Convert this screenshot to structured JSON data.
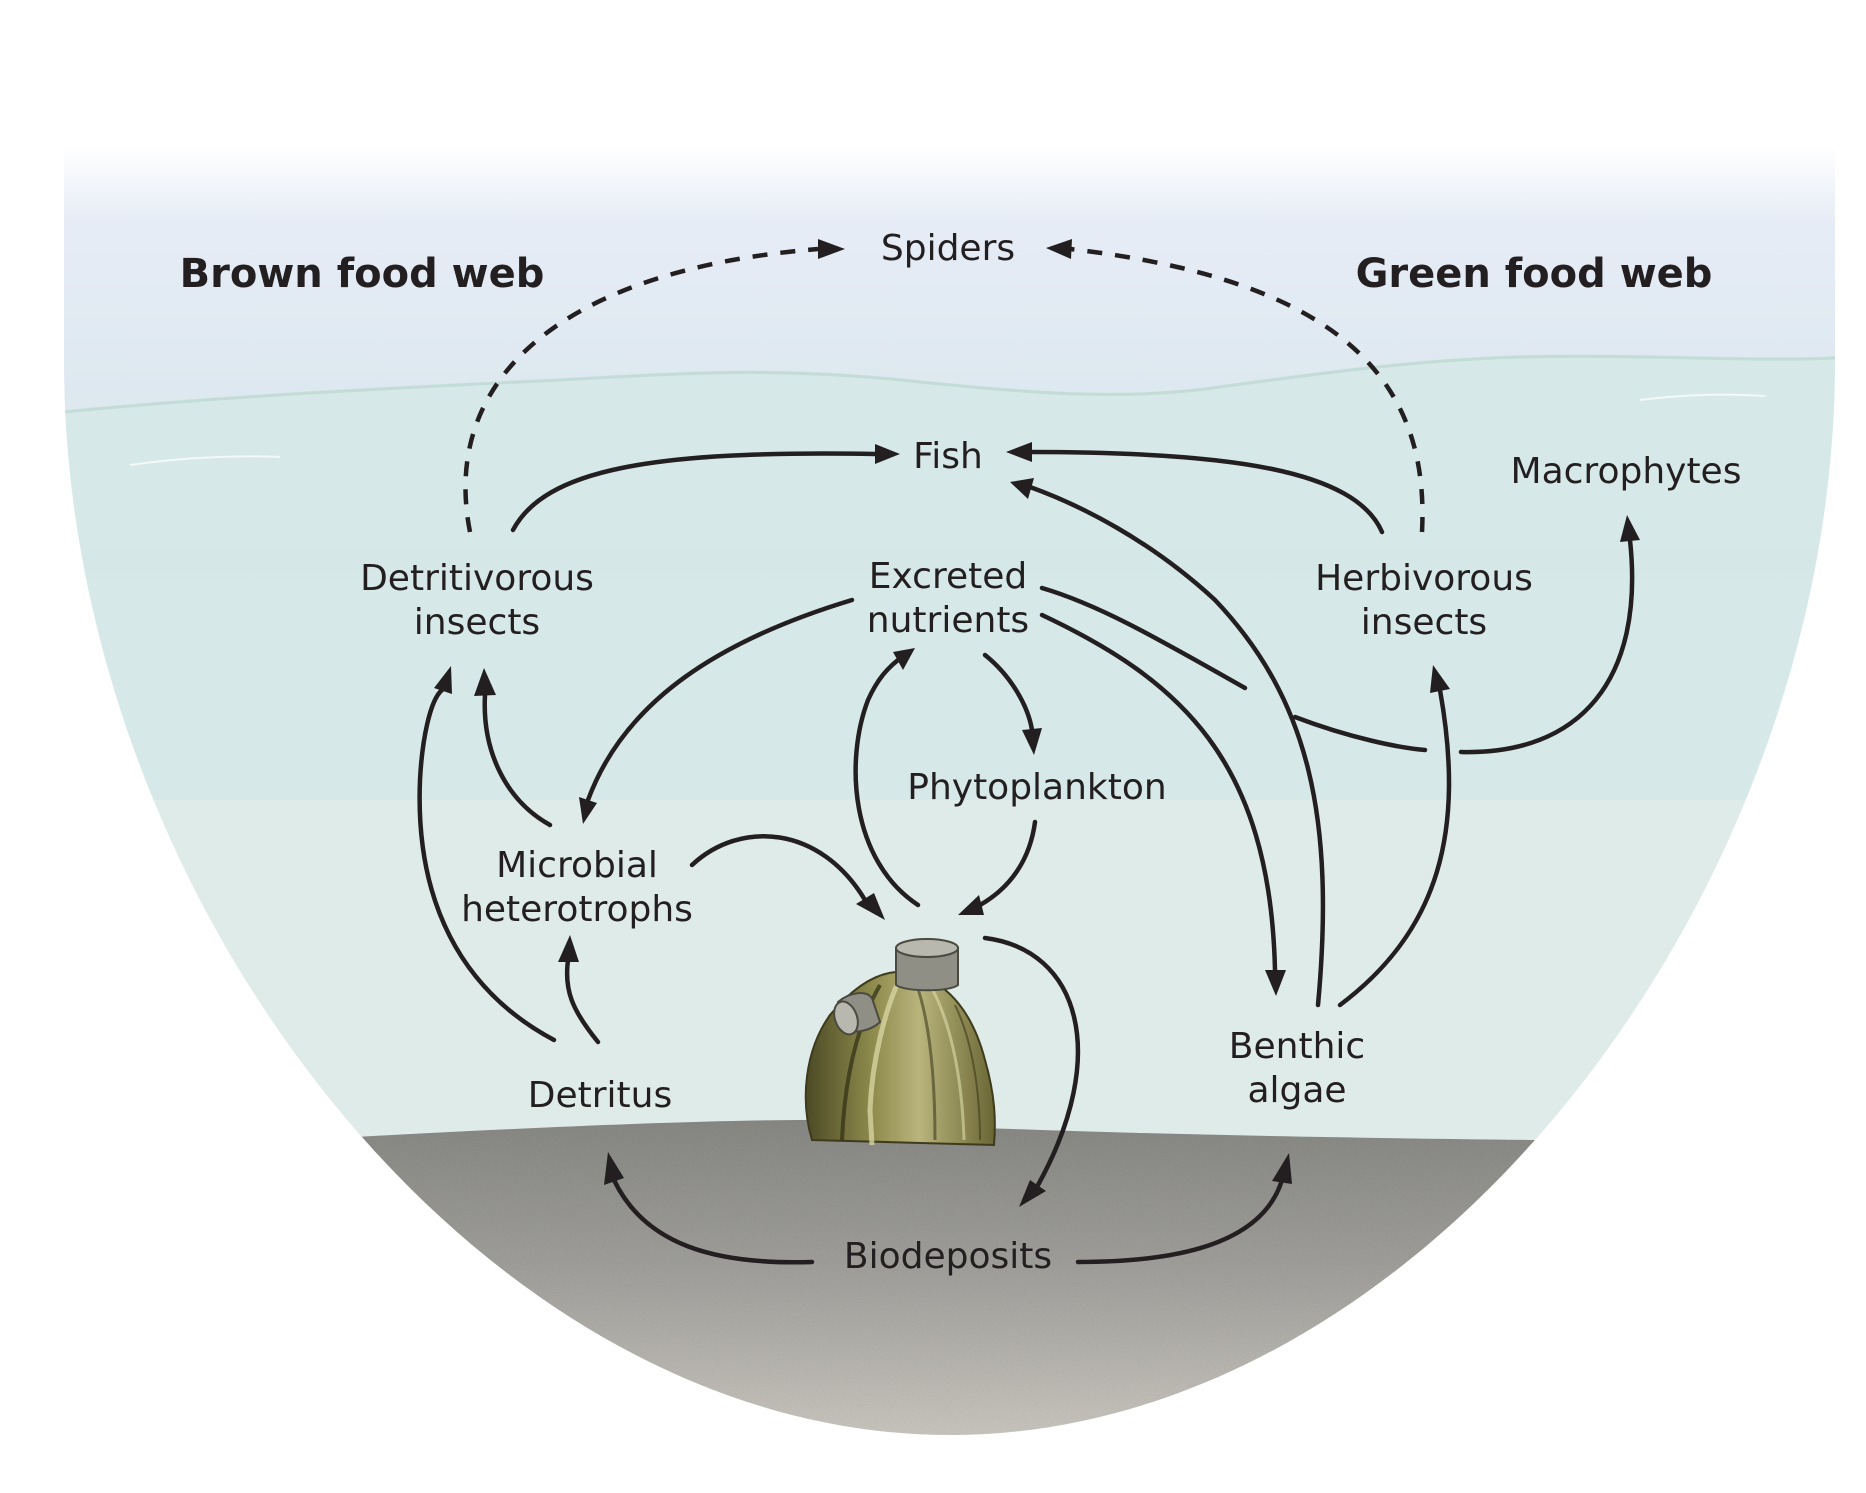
{
  "headers": {
    "brown": "Brown food web",
    "green": "Green food web"
  },
  "nodes": {
    "spiders": "Spiders",
    "fish": "Fish",
    "macrophytes": "Macrophytes",
    "detritivorous_1": "Detritivorous",
    "detritivorous_2": "insects",
    "excreted_1": "Excreted",
    "excreted_2": "nutrients",
    "herbivorous_1": "Herbivorous",
    "herbivorous_2": "insects",
    "phytoplankton": "Phytoplankton",
    "microbial_1": "Microbial",
    "microbial_2": "heterotrophs",
    "detritus": "Detritus",
    "benthic_1": "Benthic",
    "benthic_2": "algae",
    "biodeposits": "Biodeposits"
  },
  "links": [
    {
      "from": "Detritivorous insects",
      "to": "Spiders",
      "style": "dashed"
    },
    {
      "from": "Herbivorous insects",
      "to": "Spiders",
      "style": "dashed"
    },
    {
      "from": "Detritivorous insects",
      "to": "Fish",
      "style": "solid"
    },
    {
      "from": "Herbivorous insects",
      "to": "Fish",
      "style": "solid"
    },
    {
      "from": "Benthic algae",
      "to": "Fish",
      "style": "solid"
    },
    {
      "from": "Excreted nutrients",
      "to": "Macrophytes",
      "style": "solid"
    },
    {
      "from": "Excreted nutrients",
      "to": "Microbial heterotrophs",
      "style": "solid"
    },
    {
      "from": "Excreted nutrients",
      "to": "Phytoplankton",
      "style": "solid"
    },
    {
      "from": "Excreted nutrients",
      "to": "Benthic algae",
      "style": "solid"
    },
    {
      "from": "Mussel",
      "to": "Excreted nutrients",
      "style": "solid"
    },
    {
      "from": "Phytoplankton",
      "to": "Mussel",
      "style": "solid"
    },
    {
      "from": "Microbial heterotrophs",
      "to": "Mussel",
      "style": "solid"
    },
    {
      "from": "Microbial heterotrophs",
      "to": "Detritivorous insects",
      "style": "solid"
    },
    {
      "from": "Detritus",
      "to": "Detritivorous insects",
      "style": "solid"
    },
    {
      "from": "Detritus",
      "to": "Microbial heterotrophs",
      "style": "solid"
    },
    {
      "from": "Benthic algae",
      "to": "Herbivorous insects",
      "style": "solid"
    },
    {
      "from": "Mussel",
      "to": "Biodeposits",
      "style": "solid"
    },
    {
      "from": "Biodeposits",
      "to": "Detritus",
      "style": "solid"
    },
    {
      "from": "Biodeposits",
      "to": "Benthic algae",
      "style": "solid"
    }
  ],
  "colors": {
    "sky_top": "#e3eaf4",
    "water": "#d8e9e7",
    "water_bottom": "#e8efe6",
    "sediment": "#8e8e89",
    "sediment_light": "#c4c2bd",
    "ink": "#231f20",
    "shell_dark": "#5d5b2f",
    "shell_light": "#b6b27a",
    "siphon": "#9b9b92"
  }
}
